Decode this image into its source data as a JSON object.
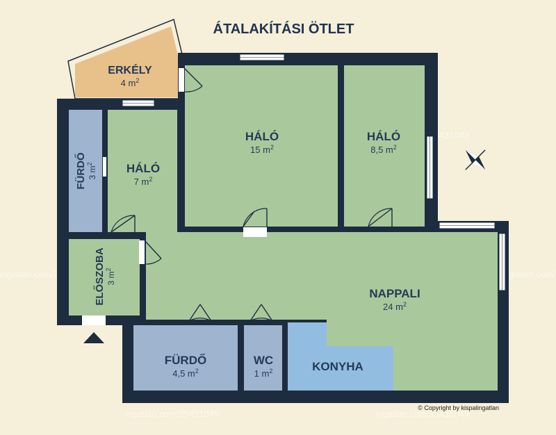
{
  "title": "ÁTALAKÍTÁSI ÖTLET",
  "copyright": "© Copyright by kispalingatlan",
  "watermark": "ingatlan.com/35431049",
  "colors": {
    "background": "#f6efd9",
    "wall": "#1d2c3f",
    "room_green": "#a9c99c",
    "bathroom_blue": "#9fb4cf",
    "kitchen_blue": "#93bde0",
    "balcony_orange": "#e8c08a",
    "text": "#243a57"
  },
  "rooms": [
    {
      "id": "erkely",
      "name": "ERKÉLY",
      "area": "4 m",
      "area_sup": "2"
    },
    {
      "id": "halo-big",
      "name": "HÁLÓ",
      "area": "15 m",
      "area_sup": "2"
    },
    {
      "id": "halo-right",
      "name": "HÁLÓ",
      "area": "8,5 m",
      "area_sup": "2"
    },
    {
      "id": "halo-small",
      "name": "HÁLÓ",
      "area": "7 m",
      "area_sup": "2"
    },
    {
      "id": "furdo-left",
      "name": "FÜRDŐ",
      "area": "3 m",
      "area_sup": "2"
    },
    {
      "id": "eloszoba",
      "name": "ELŐSZOBA",
      "area": "3 m",
      "area_sup": "2"
    },
    {
      "id": "nappali",
      "name": "NAPPALI",
      "area": "24 m",
      "area_sup": "2"
    },
    {
      "id": "furdo-bottom",
      "name": "FÜRDŐ",
      "area": "4,5 m",
      "area_sup": "2"
    },
    {
      "id": "wc",
      "name": "WC",
      "area": "1 m",
      "area_sup": "2"
    },
    {
      "id": "konyha",
      "name": "KONYHA",
      "area": "",
      "area_sup": ""
    }
  ],
  "compass": "north-arrow-icon"
}
